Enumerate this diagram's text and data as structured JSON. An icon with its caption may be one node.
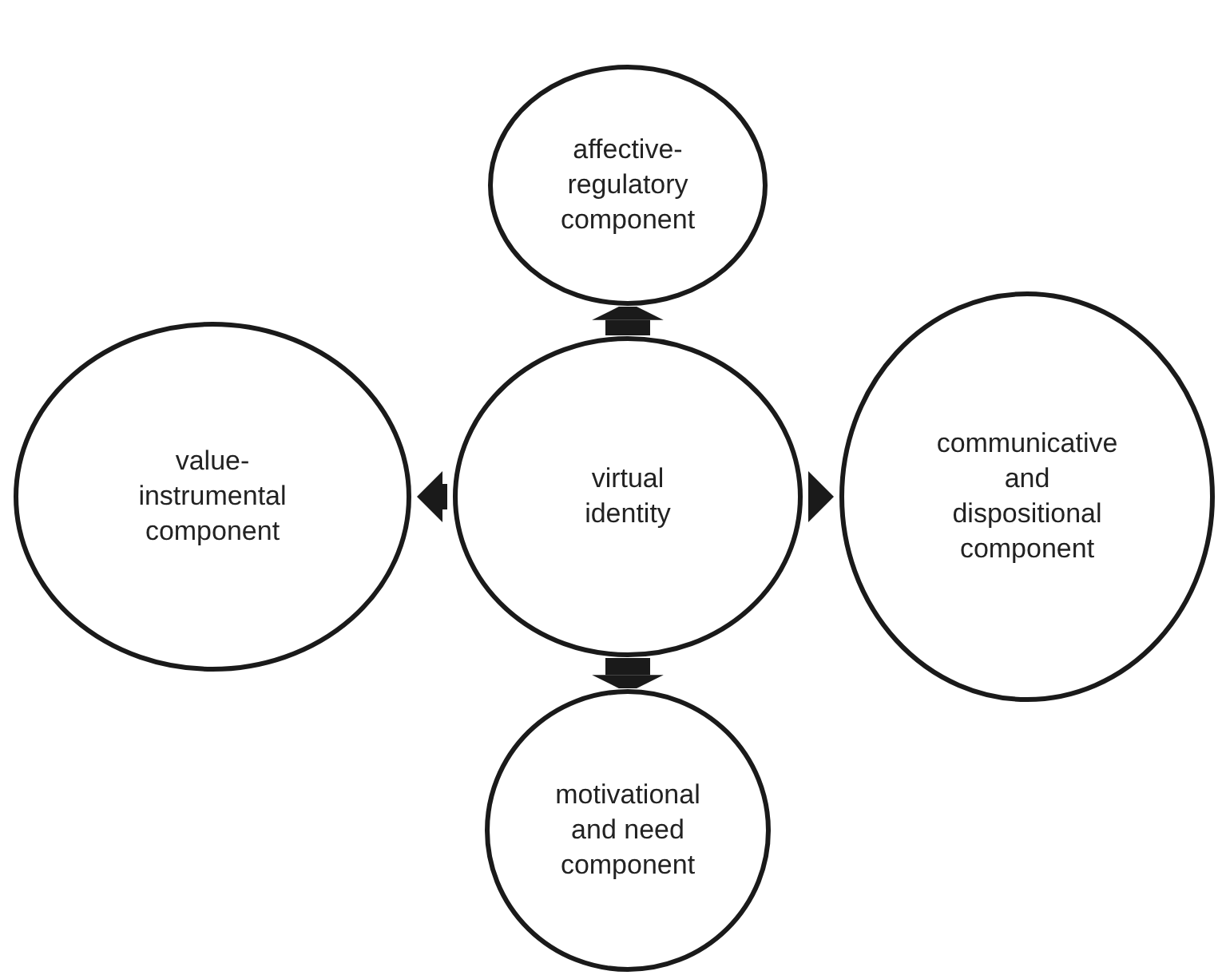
{
  "diagram": {
    "nodes": [
      {
        "text": [
          "affective-regulatory component"
        ]
      },
      {
        "text": [
          "value-instrumental component"
        ]
      },
      {
        "text": [
          "virtual identity"
        ]
      },
      {
        "text": [
          "communicative and dispositional component"
        ]
      },
      {
        "text": [
          "motivational and need component"
        ]
      }
    ],
    "edges": [
      {
        "from": 2,
        "to": 0,
        "arrow": "to"
      },
      {
        "from": 2,
        "to": 1,
        "arrow": "to"
      },
      {
        "from": 2,
        "to": 3,
        "arrow": "to"
      },
      {
        "from": 2,
        "to": 4,
        "arrow": "to"
      }
    ]
  }
}
